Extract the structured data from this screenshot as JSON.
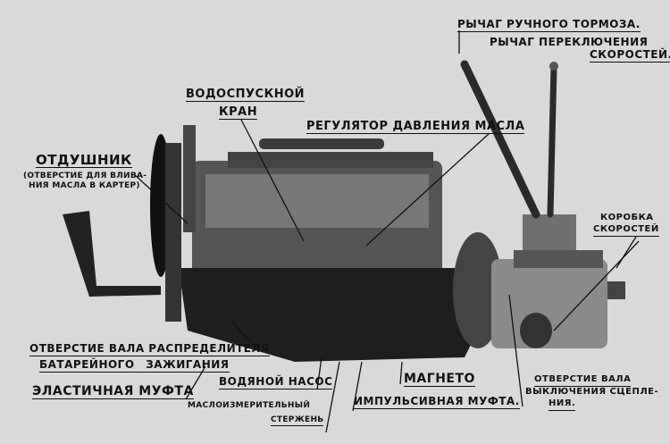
{
  "labels": {
    "drain_tap_1": "ВОДОСПУСКНОЙ",
    "drain_tap_2": "КРАН",
    "oil_pressure_regulator": "РЕГУЛЯТОР ДАВЛЕНИЯ МАСЛА",
    "hand_brake_lever": "РЫЧАГ РУЧНОГО ТОРМОЗА.",
    "gear_lever_1": "РЫЧАГ ПЕРЕКЛЮЧЕНИЯ",
    "gear_lever_2": "СКОРОСТЕЙ.",
    "breather": "ОТДУШНИК",
    "breather_note_1": "(ОТВЕРСТИЕ ДЛЯ ВЛИВА-",
    "breather_note_2": "НИЯ МАСЛА В КАРТЕР)",
    "gearbox_1": "КОРОБКА",
    "gearbox_2": "СКОРОСТЕЙ",
    "distributor_shaft_1": "ОТВЕРСТИЕ ВАЛА РАСПРЕДЕЛИТЕЛЯ",
    "distributor_shaft_2": "БАТАРЕЙНОГО ЗАЖИГАНИЯ",
    "flexible_coupling": "ЭЛАСТИЧНАЯ МУФТА",
    "water_pump": "ВОДЯНОЙ НАСОС",
    "dipstick_1": "МАСЛОИЗМЕРИТЕЛЬНЫЙ",
    "dipstick_2": "СТЕРЖЕНЬ",
    "magneto": "МАГНЕТО",
    "impulse_coupling": "ИМПУЛЬСИВНАЯ МУФТА.",
    "clutch_shaft_1": "ОТВЕРСТИЕ ВАЛА",
    "clutch_shaft_2": "ВЫКЛЮЧЕНИЯ СЦЕПЛЕ-",
    "clutch_shaft_3": "НИЯ."
  }
}
